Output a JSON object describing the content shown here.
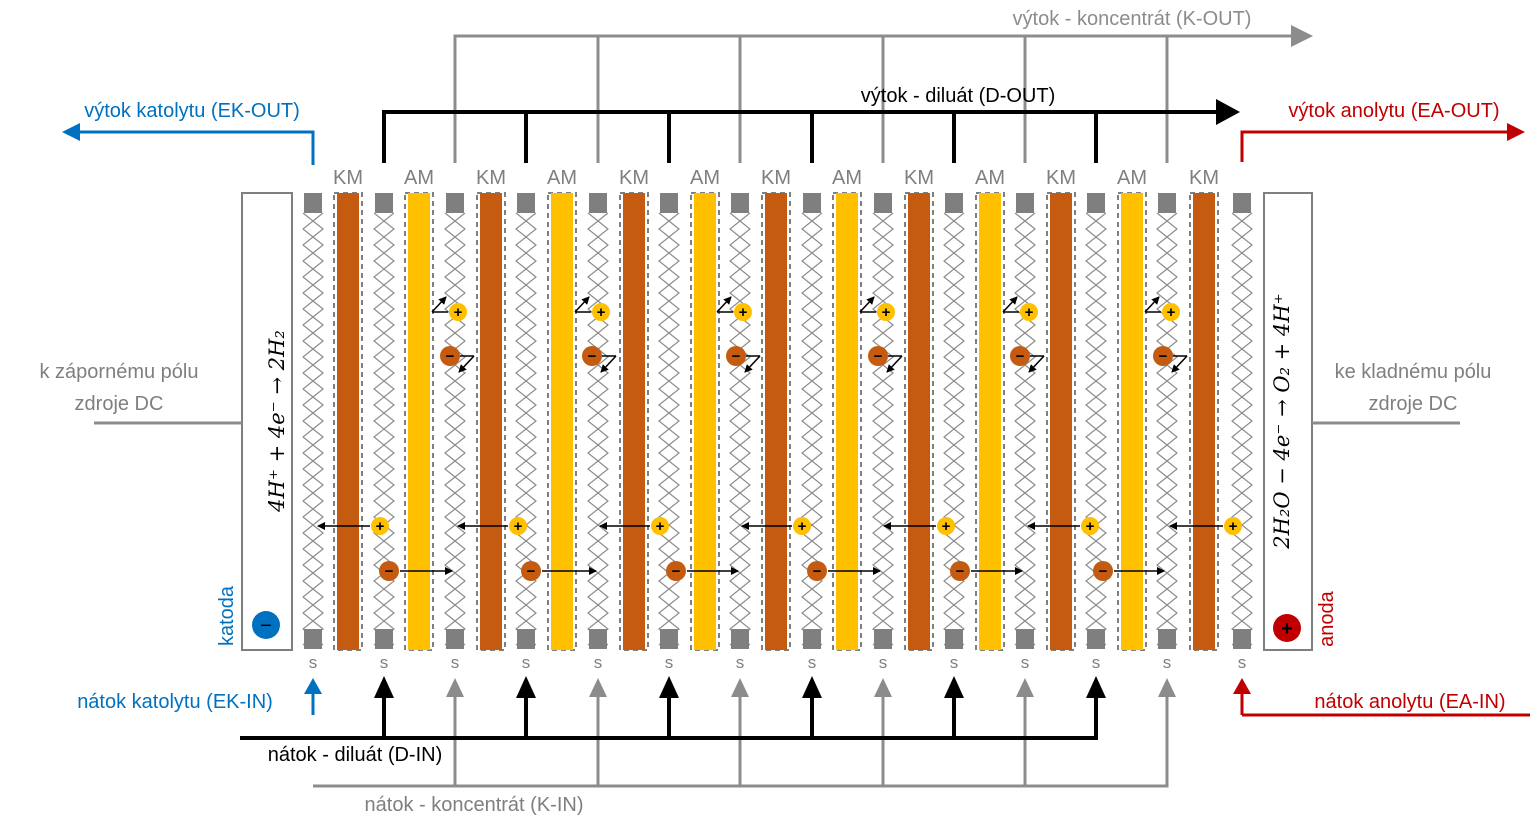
{
  "labels": {
    "k_out": "výtok - koncentrát (K-OUT)",
    "d_out": "výtok - diluát (D-OUT)",
    "ek_out": "výtok katolytu (EK-OUT)",
    "ea_out": "výtok anolytu (EA-OUT)",
    "ek_in": "nátok katolytu (EK-IN)",
    "ea_in": "nátok anolytu (EA-IN)",
    "d_in": "nátok - diluát (D-IN)",
    "k_in": "nátok - koncentrát (K-IN)",
    "neg_pole_line1": "k zápornému pólu",
    "neg_pole_line2": "zdroje DC",
    "pos_pole_line1": "ke kladnému pólu",
    "pos_pole_line2": "zdroje DC",
    "cathode": "katoda",
    "anode": "anoda",
    "cathode_reaction": "4H⁺ + 4e⁻ → 2H₂",
    "anode_reaction": "2H₂O − 4e⁻ → O₂ + 4H⁺",
    "km": "KM",
    "am": "AM",
    "spacer": "s",
    "minus_sign": "−",
    "plus_sign": "+"
  },
  "colors": {
    "km_membrane": "#c55a11",
    "am_membrane": "#ffc000",
    "spacer": "#7f7f7f",
    "concentrate_line": "#8c8c8c",
    "diluate_line": "#000000",
    "catholyte": "#0070c0",
    "anolyte": "#c00000",
    "cation": "#ffc000",
    "anion": "#c55a11"
  },
  "icons": {
    "cathode": "minus-circle-icon",
    "anode": "plus-circle-icon",
    "cation": "cation-plus-icon",
    "anion": "anion-minus-icon"
  }
}
